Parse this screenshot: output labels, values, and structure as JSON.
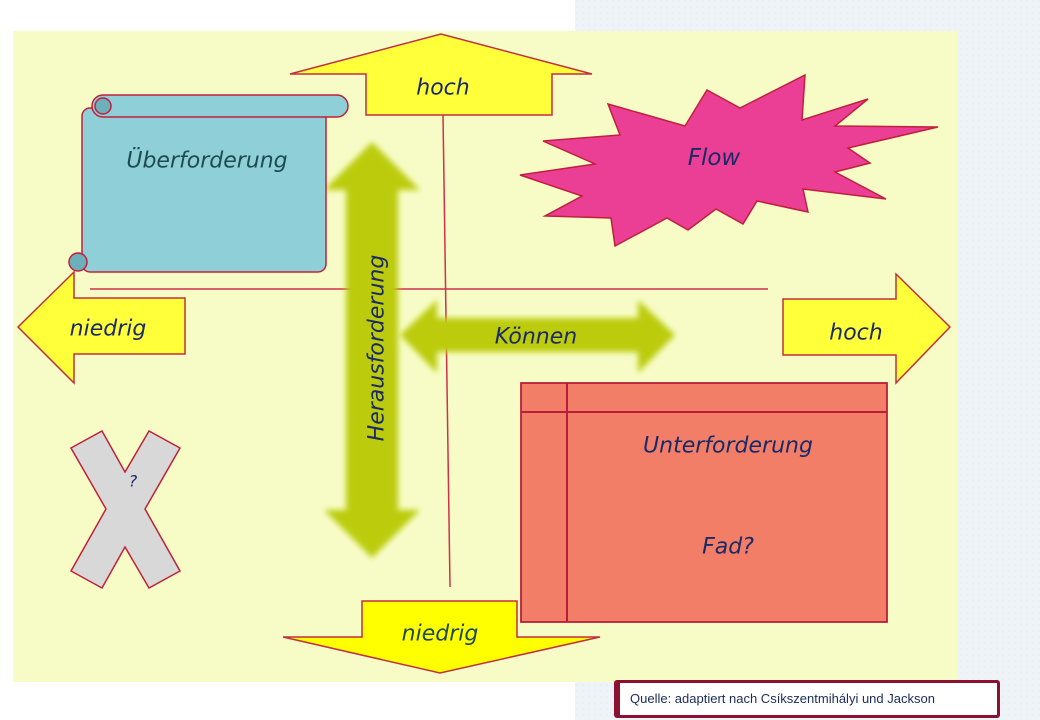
{
  "diagram": {
    "title": "Flow-Modell (Herausforderung vs. Können)",
    "axes": {
      "vertical_label": "Herausforderung",
      "horizontal_label": "Können",
      "top_arrow": "hoch",
      "bottom_arrow": "niedrig",
      "left_arrow": "niedrig",
      "right_arrow": "hoch"
    },
    "quadrants": {
      "top_left": "Überforderung",
      "top_right": "Flow",
      "bottom_right_title": "Unterforderung",
      "bottom_right_subtitle": "Fad?",
      "bottom_left": "?"
    },
    "source": "Quelle: adaptiert nach Csíkszentmihályi und Jackson"
  },
  "colors": {
    "panel": "#f7fcc6",
    "yellow_arrow": "#ffff33",
    "green_arrow": "#bccc10",
    "scroll": "#8fd0d8",
    "flow": "#ea3f95",
    "unterforderung": "#f27e68",
    "x_shape": "#d8d8d8",
    "outline": "#c0203c",
    "text": "#1a2a66"
  }
}
